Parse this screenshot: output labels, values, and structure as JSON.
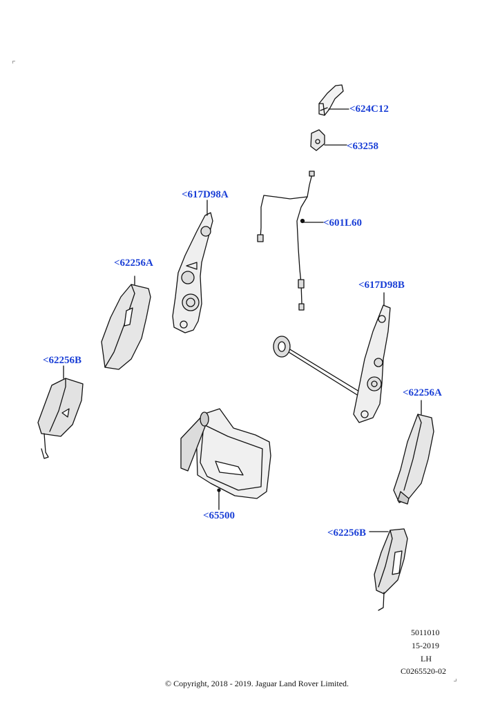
{
  "callouts": {
    "c624C12": "<624C12",
    "c63258": "<63258",
    "c601L60": "<601L60",
    "c617D98A": "<617D98A",
    "c617D98B": "<617D98B",
    "c62256A_left": "<62256A",
    "c62256A_right": "<62256A",
    "c62256B_left": "<62256B",
    "c62256B_right": "<62256B",
    "c65500": "<65500"
  },
  "meta": {
    "ref": "5011010",
    "date": "15-2019",
    "side": "LH",
    "code": "C0265520-02"
  },
  "copyright": "© Copyright, 2018 - 2019. Jaguar Land Rover Limited.",
  "colors": {
    "callout": "#1a3fd6",
    "line": "#111111",
    "fill": "#e8e8e8"
  }
}
